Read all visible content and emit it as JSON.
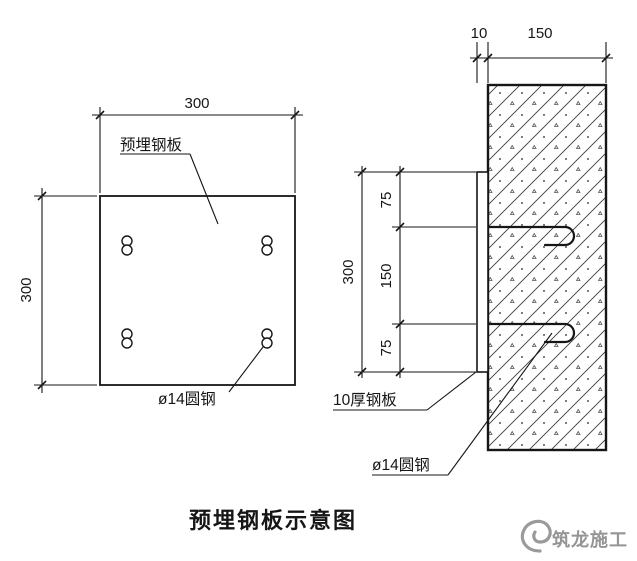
{
  "title": "预埋钢板示意图",
  "watermark": {
    "brand": "筑龙施工"
  },
  "plan_view": {
    "plate_label": "预埋钢板",
    "rod_label": "ø14圆钢",
    "dim_width": "300",
    "dim_height": "300"
  },
  "section_view": {
    "dim_plate_thickness": "10",
    "dim_wall_thickness": "150",
    "dim_top_spacing": "75",
    "dim_mid_spacing": "150",
    "dim_bottom_spacing": "75",
    "dim_plate_height": "300",
    "plate_label": "10厚钢板",
    "rod_label": "ø14圆钢"
  }
}
